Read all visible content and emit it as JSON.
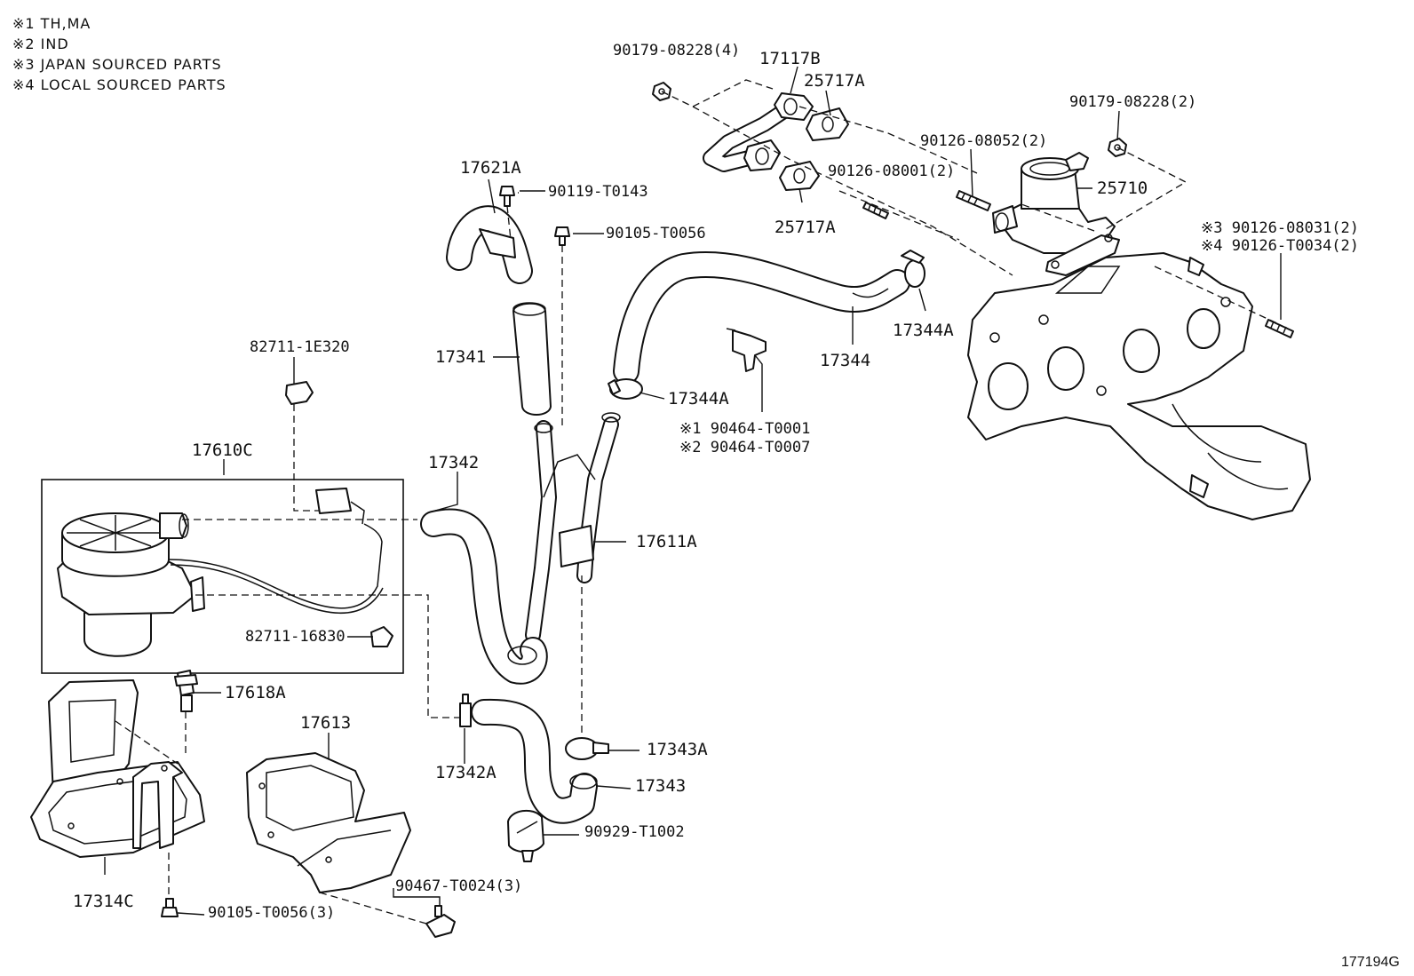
{
  "notes": [
    "※1 TH,MA",
    "※2 IND",
    "※3 JAPAN SOURCED PARTS",
    "※4 LOCAL SOURCED PARTS"
  ],
  "figure_id": "177194G",
  "labels": {
    "nut_top_left": "90179-08228(4)",
    "gasket_17117B": "17117B",
    "gasket_25717A_top": "25717A",
    "gasket_25717A_bottom": "25717A",
    "stud_90126_08001": "90126-08001(2)",
    "stud_90126_08052": "90126-08052(2)",
    "nut_top_right": "90179-08228(2)",
    "valve_25710": "25710",
    "stud_japan": "※3  90126-08031(2)",
    "stud_local": "※4  90126-T0034(2)",
    "hose_17344": "17344",
    "clamp_17344A_right": "17344A",
    "clamp_17344A_mid": "17344A",
    "clip_th_ma": "※1 90464-T0001",
    "clip_ind": "※2 90464-T0007",
    "elbow_17621A": "17621A",
    "bolt_90119": "90119-T0143",
    "bolt_90105_top": "90105-T0056",
    "hose_17341": "17341",
    "connector_82711_1E320": "82711-1E320",
    "pump_assy": "17610C",
    "hose_17342": "17342",
    "pipe_17611A": "17611A",
    "clamp_82711_16830": "82711-16830",
    "sensor_17618A": "17618A",
    "cover_17613": "17613",
    "fitting_17342A": "17342A",
    "clamp_17343A": "17343A",
    "hose_17343": "17343",
    "grommet_90929": "90929-T1002",
    "screw_90467": "90467-T0024(3)",
    "bracket_17314C": "17314C",
    "bolt_90105_bottom": "90105-T0056(3)"
  }
}
